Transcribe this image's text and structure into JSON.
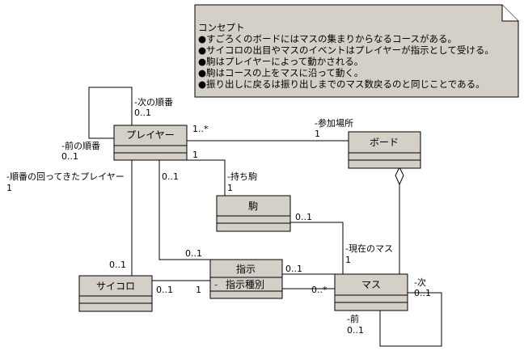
{
  "note": {
    "title": "コンセプト",
    "lines": [
      "●すごろくのボードにはマスの集まりからなるコースがある。",
      "●サイコロの出目やマスのイベントはプレイヤーが指示として受ける。",
      "●駒はプレイヤーによって動かされる。",
      "●駒はコースの上をマスに沿って動く。",
      "●振り出しに戻るは振り出しまでのマス数戻るのと同じことである。"
    ]
  },
  "classes": {
    "player": {
      "name": "プレイヤー"
    },
    "board": {
      "name": "ボード"
    },
    "piece": {
      "name": "駒"
    },
    "dice": {
      "name": "サイコロ"
    },
    "instruction": {
      "name": "指示",
      "attribute": "指示種別",
      "visibility": "-"
    },
    "square": {
      "name": "マス"
    }
  },
  "labels": {
    "player_next_role": "-次の順番",
    "player_next_mult": "0..1",
    "player_prev_role": "-前の順番",
    "player_prev_mult": "0..1",
    "player_board_mult": "1..*",
    "board_role": "-参加場所",
    "board_mult": "1",
    "player_piece_mult": "1",
    "piece_role": "-持ち駒",
    "piece_mult": "1",
    "turned_role": "-順番の回ってきたプレイヤー",
    "turned_mult": "1",
    "player_instr_mult": "0..1",
    "instr_player_mult": "0..1",
    "dice_player_mult": "0..1",
    "piece_square_mult": "0..1",
    "square_current_role": "-現在のマス",
    "square_current_mult": "1",
    "instr_square_mult": "0..1",
    "dice_instr_mult_a": "0..1",
    "dice_instr_mult_b": "1",
    "square_instr_mult": "0..*",
    "square_next_role": "-次",
    "square_next_mult": "0..1",
    "square_prev_role": "-前",
    "square_prev_mult": "0..1"
  }
}
